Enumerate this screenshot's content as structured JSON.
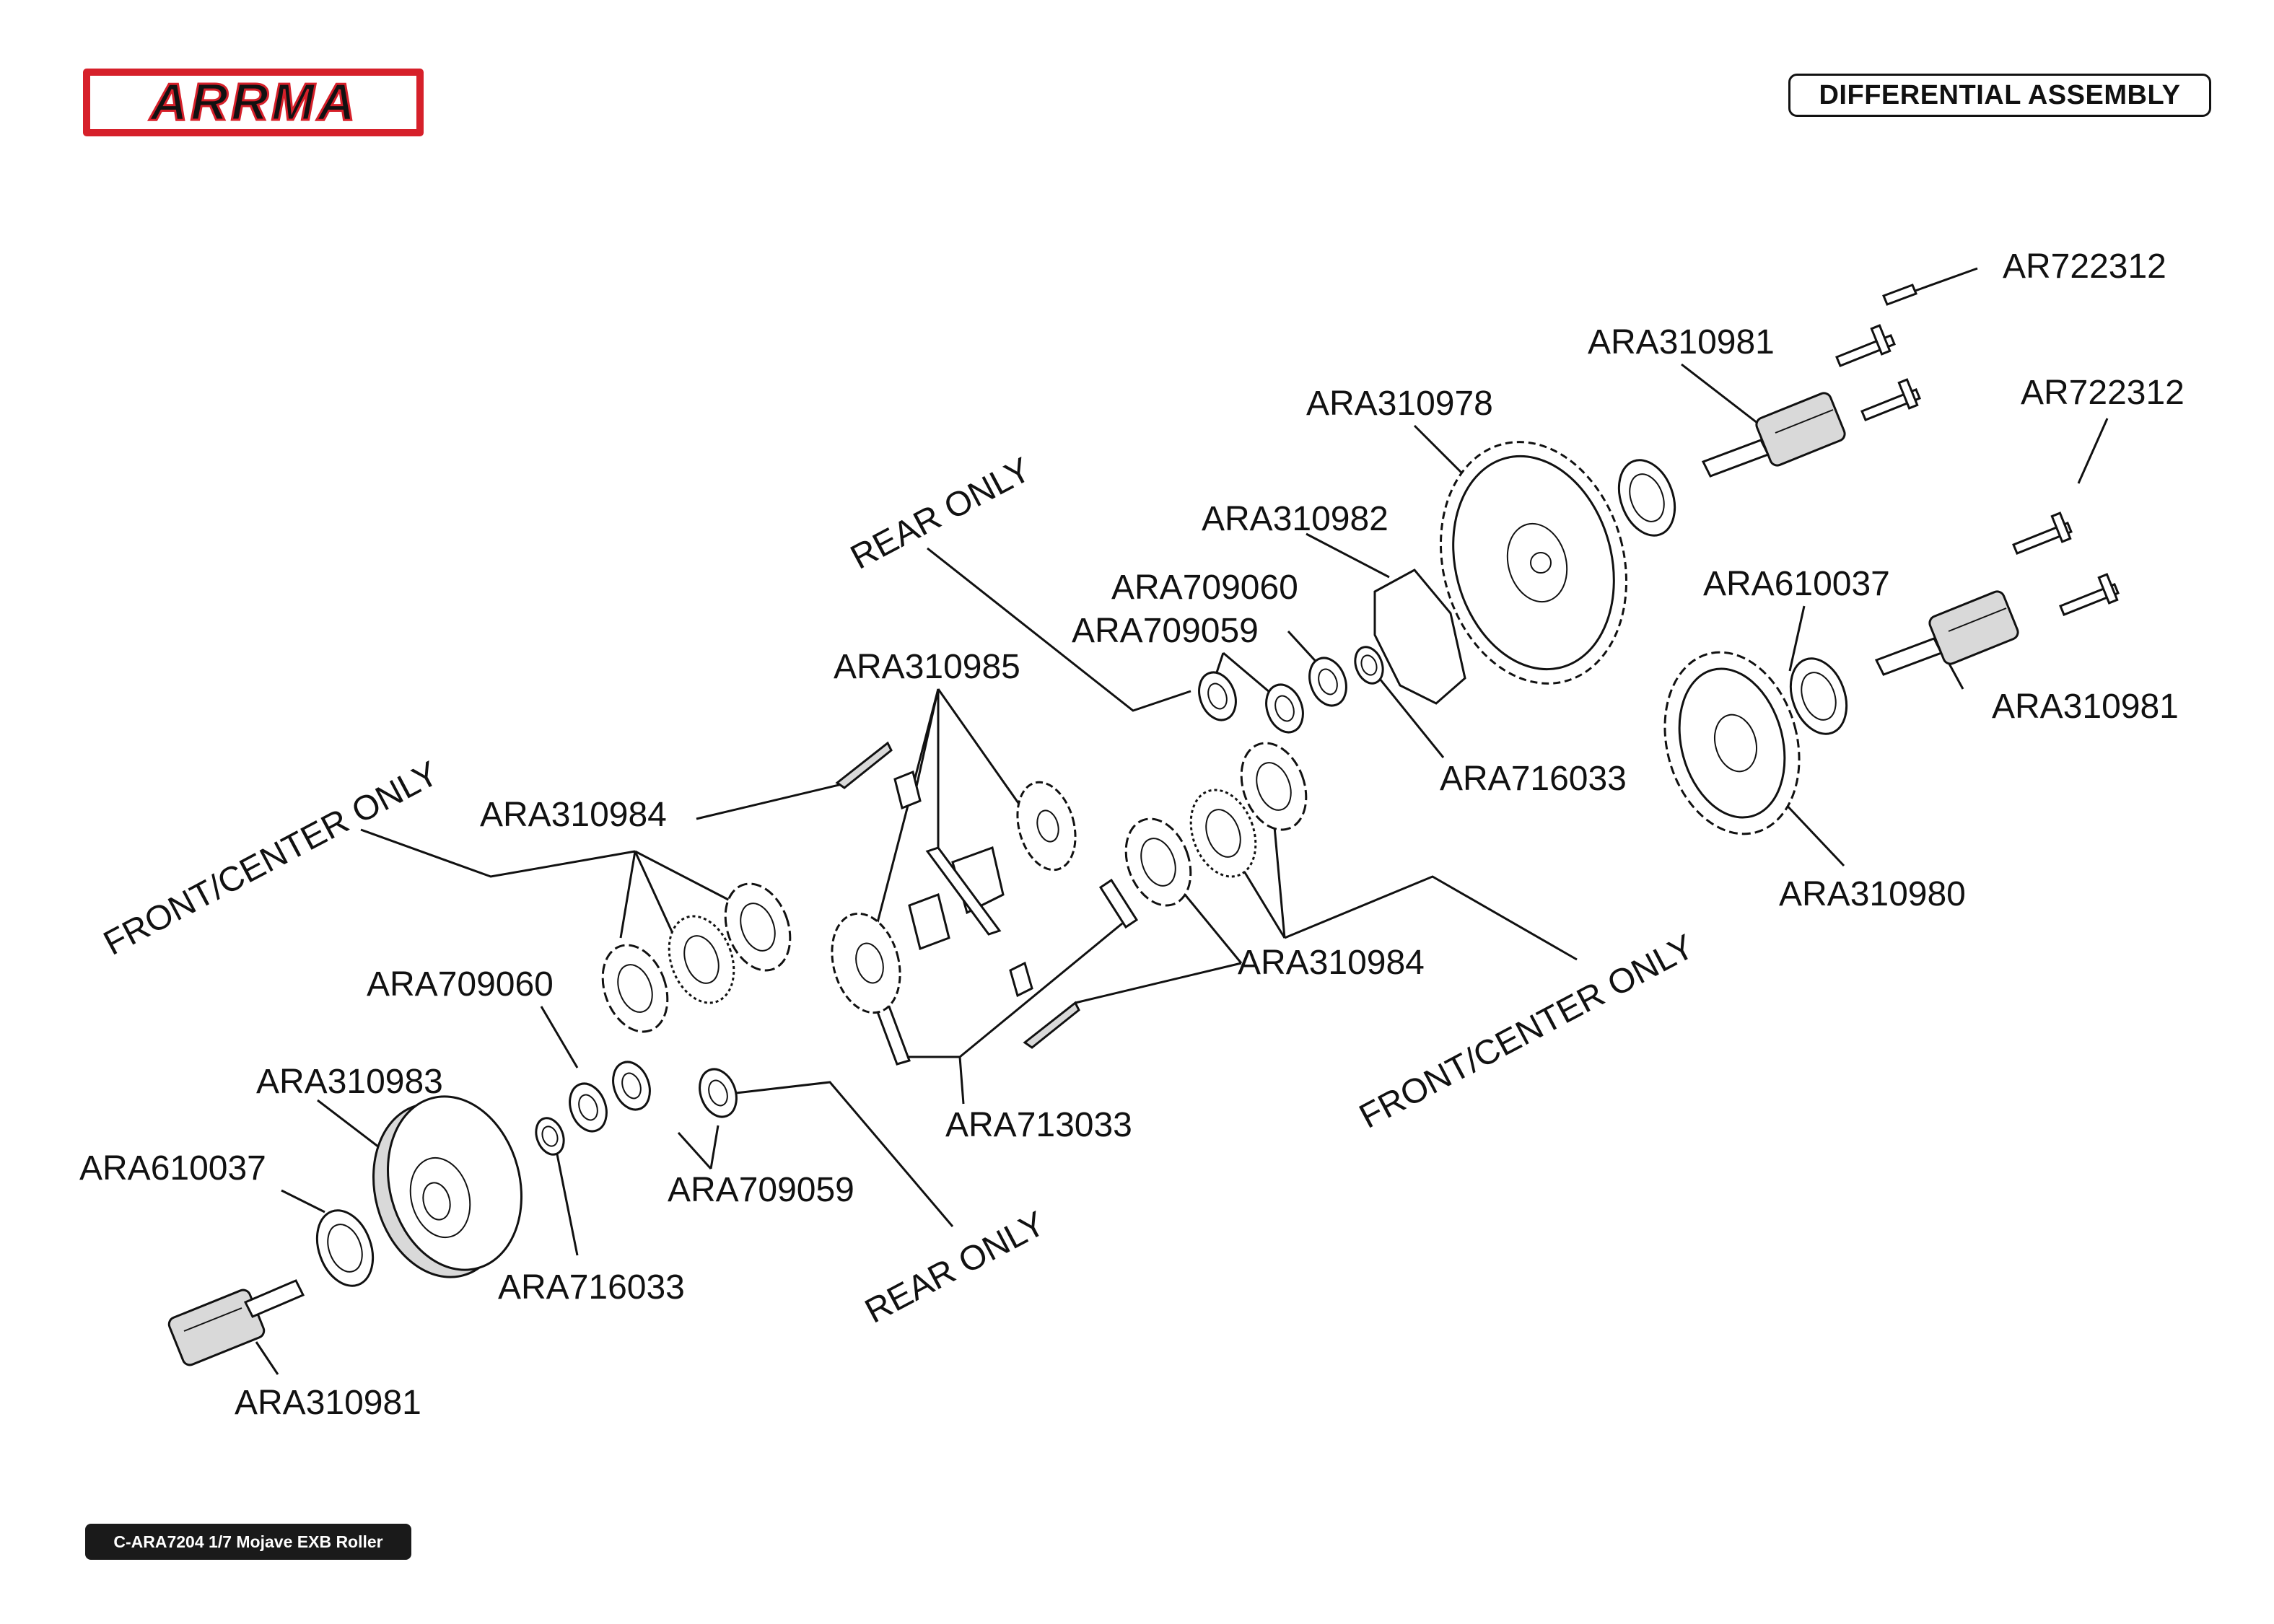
{
  "header": {
    "brand_logo": "ARRMA",
    "section_title": "DIFFERENTIAL ASSEMBLY"
  },
  "footer": {
    "manual_code": "C-ARA7204 1/7 Mojave EXB Roller"
  },
  "callouts": {
    "ar722312_top": "AR722312",
    "ara310981_top": "ARA310981",
    "ar722312_right": "AR722312",
    "ara310978": "ARA310978",
    "ara310982": "ARA310982",
    "ara610037_right": "ARA610037",
    "ara709060_right": "ARA709060",
    "ara709059_right": "ARA709059",
    "ara310981_right": "ARA310981",
    "ara310985": "ARA310985",
    "ara716033_right": "ARA716033",
    "ara310984_left": "ARA310984",
    "ara310980": "ARA310980",
    "ara310984_mid": "ARA310984",
    "ara709060_left": "ARA709060",
    "ara310983": "ARA310983",
    "ara713033": "ARA713033",
    "ara610037_left": "ARA610037",
    "ara709059_left": "ARA709059",
    "ara716033_left": "ARA716033",
    "ara310981_left": "ARA310981"
  },
  "notes": {
    "rear_only_top": "REAR ONLY",
    "front_center_only_left": "FRONT/CENTER ONLY",
    "front_center_only_right": "FRONT/CENTER ONLY",
    "rear_only_bottom": "REAR ONLY"
  },
  "colors": {
    "logo_red": "#d6202a",
    "ink": "#111111",
    "footer_bg": "#1a1a1a"
  }
}
